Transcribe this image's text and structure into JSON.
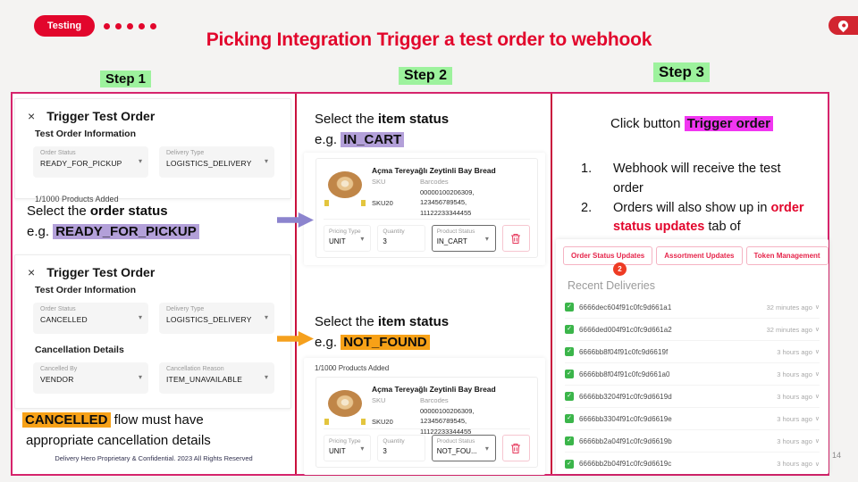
{
  "slide": {
    "badge_label": "Testing",
    "title": "Picking Integration Trigger a test order to webhook",
    "page_number": "14",
    "footer": "Delivery Hero Proprietary & Confidential. 2023 All Rights Reserved"
  },
  "colors": {
    "brand_red": "#e2062c",
    "step_highlight_green": "#9df29d",
    "purple_highlight": "#b3a0d9",
    "orange_highlight": "#f7a117",
    "magenta_highlight": "#f136f1",
    "tab_red": "#e6254b",
    "check_green": "#3bb54a",
    "frame_border_pink": "#d6246c",
    "divider_crimson": "#c9113d"
  },
  "icons": {
    "close": "×",
    "chevron_down": "▾",
    "check": "✓",
    "row_chevron": "∨"
  },
  "step1": {
    "label": "Step 1",
    "dialog1": {
      "title": "Trigger Test Order",
      "section": "Test Order Information",
      "fields": [
        {
          "label": "Order Status",
          "value": "READY_FOR_PICKUP"
        },
        {
          "label": "Delivery Type",
          "value": "LOGISTICS_DELIVERY"
        }
      ],
      "clipped_bottom_text": "1/1000 Products Added"
    },
    "note1": {
      "prefix": "Select the ",
      "bold": "order status",
      "line2_prefix": "e.g. ",
      "highlight": "READY_FOR_PICKUP"
    },
    "dialog2": {
      "title": "Trigger Test Order",
      "section1": "Test Order Information",
      "fields1": [
        {
          "label": "Order Status",
          "value": "CANCELLED"
        },
        {
          "label": "Delivery Type",
          "value": "LOGISTICS_DELIVERY"
        }
      ],
      "section2": "Cancellation Details",
      "fields2": [
        {
          "label": "Cancelled By",
          "value": "VENDOR"
        },
        {
          "label": "Cancellation Reason",
          "value": "ITEM_UNAVAILABLE"
        }
      ]
    },
    "note2": {
      "highlight": "CANCELLED",
      "suffix": " flow must have",
      "line2": "appropriate cancellation details"
    }
  },
  "step2": {
    "label": "Step 2",
    "note1": {
      "prefix": "Select the ",
      "bold": "item status",
      "line2_prefix": "e.g. ",
      "highlight": "IN_CART"
    },
    "note2": {
      "prefix": "Select the ",
      "bold": "item status",
      "line2_prefix": "e.g. ",
      "highlight": "NOT_FOUND"
    },
    "card2_counter": "1/1000 Products Added",
    "card1": {
      "name": "Açma Tereyağlı Zeytinli Bay Bread",
      "sku_label": "SKU",
      "sku_value": "SKU20",
      "barcodes_label": "Barcodes",
      "barcodes": [
        "00000100206309,",
        "123456789545,",
        "11122233344455"
      ],
      "pricing_label": "Pricing Type",
      "pricing_value": "UNIT",
      "quantity_label": "Quantity",
      "quantity_value": "3",
      "status_label": "Product Status",
      "status_value": "IN_CART"
    },
    "card2": {
      "name": "Açma Tereyağlı Zeytinli Bay Bread",
      "sku_label": "SKU",
      "sku_value": "SKU20",
      "barcodes_label": "Barcodes",
      "barcodes": [
        "00000100206309,",
        "123456789545,",
        "11122233344455"
      ],
      "pricing_label": "Pricing Type",
      "pricing_value": "UNIT",
      "quantity_label": "Quantity",
      "quantity_value": "3",
      "status_label": "Product Status",
      "status_value": "NOT_FOU..."
    }
  },
  "step3": {
    "label": "Step 3",
    "click_line": {
      "prefix": "Click button ",
      "highlight": "Trigger order"
    },
    "list": [
      {
        "num": "1.",
        "text": "Webhook will receive the test order"
      },
      {
        "num": "2.",
        "prefix": "Orders will also show up in ",
        "red": "order status updates",
        "suffix": " tab of"
      }
    ],
    "panel": {
      "tabs": [
        {
          "label": "Order Status Updates"
        },
        {
          "label": "Assortment Updates"
        },
        {
          "label": "Token Management"
        }
      ],
      "badge": "2",
      "heading": "Recent Deliveries",
      "deliveries": [
        {
          "id": "6666dec604f91c0fc9d661a1",
          "time": "32 minutes ago"
        },
        {
          "id": "6666ded004f91c0fc9d661a2",
          "time": "32 minutes ago"
        },
        {
          "id": "6666bb8f04f91c0fc9d6619f",
          "time": "3 hours ago"
        },
        {
          "id": "6666bb8f04f91c0fc9d661a0",
          "time": "3 hours ago"
        },
        {
          "id": "6666bb3204f91c0fc9d6619d",
          "time": "3 hours ago"
        },
        {
          "id": "6666bb3304f91c0fc9d6619e",
          "time": "3 hours ago"
        },
        {
          "id": "6666bb2a04f91c0fc9d6619b",
          "time": "3 hours ago"
        },
        {
          "id": "6666bb2b04f91c0fc9d6619c",
          "time": "3 hours ago"
        }
      ]
    }
  }
}
